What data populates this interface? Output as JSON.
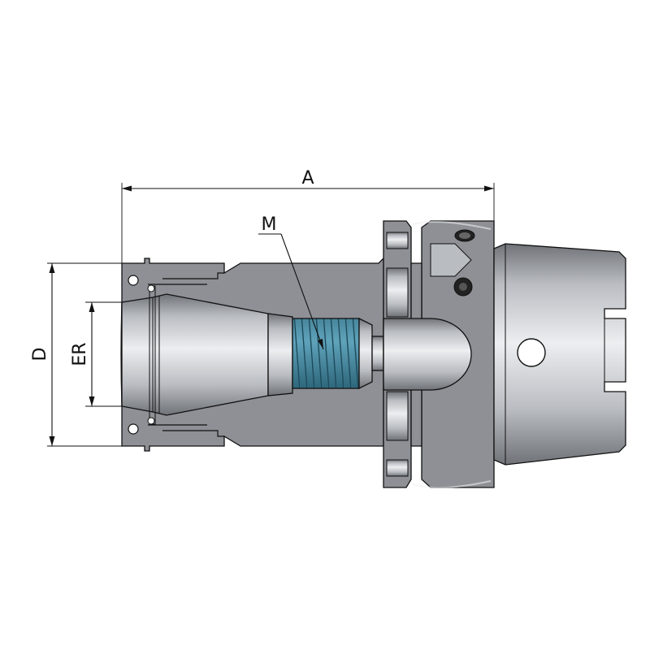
{
  "diagram": {
    "dimensions": {
      "length_label": "A",
      "diameter_label": "D",
      "collet_label": "ER",
      "thread_label": "M"
    },
    "colors": {
      "body": "#8e9096",
      "body_dark": "#6e7076",
      "metal_light": "#eceef0",
      "metal_mid": "#b9bcc1",
      "metal_dark": "#6f7277",
      "thread": "#3a7f98",
      "thread_light": "#5fa3bb",
      "line": "#111111"
    }
  }
}
